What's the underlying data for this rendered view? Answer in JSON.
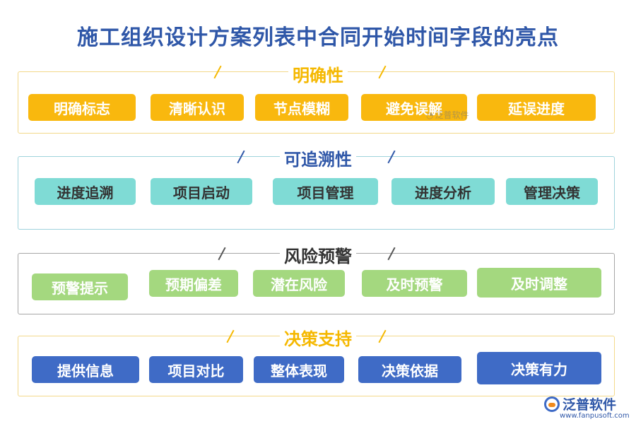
{
  "title": "施工组织设计方案列表中合同开始时间字段的亮点",
  "sections": [
    {
      "heading": "明确性",
      "items": [
        "明确标志",
        "清晰认识",
        "节点模糊",
        "避免误解",
        "延误进度"
      ]
    },
    {
      "heading": "可追溯性",
      "items": [
        "进度追溯",
        "项目启动",
        "项目管理",
        "进度分析",
        "管理决策"
      ]
    },
    {
      "heading": "风险预警",
      "items": [
        "预警提示",
        "预期偏差",
        "潜在风险",
        "及时预警",
        "及时调整"
      ]
    },
    {
      "heading": "决策支持",
      "items": [
        "提供信息",
        "项目对比",
        "整体表现",
        "决策依据",
        "决策有力"
      ]
    }
  ],
  "watermark": "泛普软件",
  "logo": {
    "name": "泛普软件",
    "url": "www.fanpusoft.com"
  },
  "colors": {
    "title": "#2f57a8",
    "yellow": "#f9b80e",
    "teal": "#7fdbd5",
    "green": "#a4d87f",
    "blue": "#3f6bc6"
  }
}
